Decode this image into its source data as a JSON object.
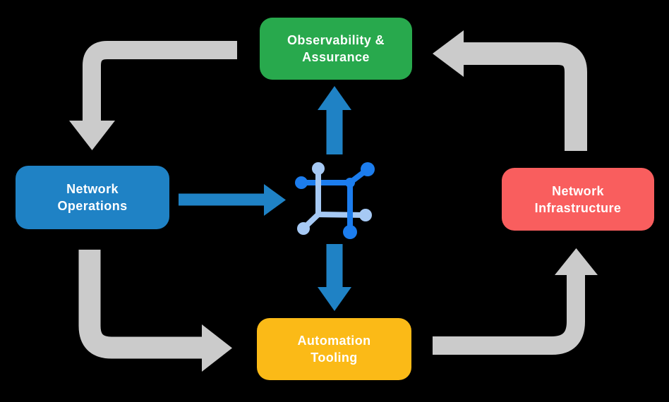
{
  "diagram": {
    "nodes": [
      {
        "id": "observability",
        "label": "Observability &\nAssurance",
        "color": "#28A94D"
      },
      {
        "id": "operations",
        "label": "Network\nOperations",
        "color": "#1F82C5"
      },
      {
        "id": "infrastructure",
        "label": "Network\nInfrastructure",
        "color": "#F95E5E"
      },
      {
        "id": "automation",
        "label": "Automation\nTooling",
        "color": "#FBBA17"
      }
    ],
    "center_icon": {
      "name": "network-mesh-icon"
    },
    "flows": [
      {
        "from": "observability",
        "to": "operations",
        "style": "gray-elbow-arrow"
      },
      {
        "from": "operations",
        "to": "automation",
        "style": "gray-elbow-arrow"
      },
      {
        "from": "automation",
        "to": "infrastructure",
        "style": "gray-elbow-arrow"
      },
      {
        "from": "infrastructure",
        "to": "observability",
        "style": "gray-elbow-arrow"
      },
      {
        "from": "operations",
        "to": "center-icon",
        "style": "blue-straight-arrow"
      },
      {
        "from": "center-icon",
        "to": "observability",
        "style": "blue-straight-arrow"
      },
      {
        "from": "center-icon",
        "to": "automation",
        "style": "blue-straight-arrow"
      }
    ],
    "colors": {
      "arrow_gray": "#CBCBCB",
      "arrow_blue": "#1F82C5",
      "icon_dark": "#1C7DEE",
      "icon_light": "#A6C9F4",
      "label_text": "#FFFFFF",
      "background": "#000000"
    }
  }
}
